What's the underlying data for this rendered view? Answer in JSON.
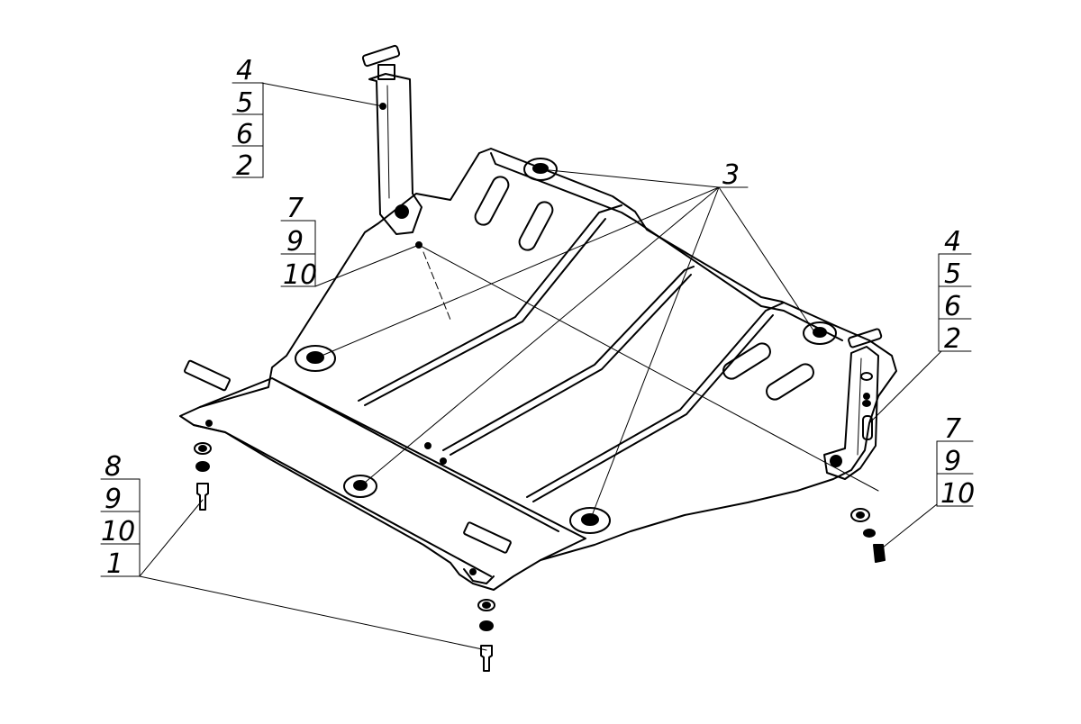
{
  "diagram": {
    "ink_color": "#000000",
    "background_color": "#ffffff",
    "callouts": {
      "top_left_bracket": [
        "4",
        "5",
        "6",
        "2"
      ],
      "mid_left_bracket": [
        "7",
        "9",
        "10"
      ],
      "top_center": "3",
      "right_bracket": [
        "4",
        "5",
        "6",
        "2"
      ],
      "lower_right_bracket": [
        "7",
        "9",
        "10"
      ],
      "bottom_left_bracket": [
        "8",
        "9",
        "10",
        "1"
      ]
    }
  }
}
